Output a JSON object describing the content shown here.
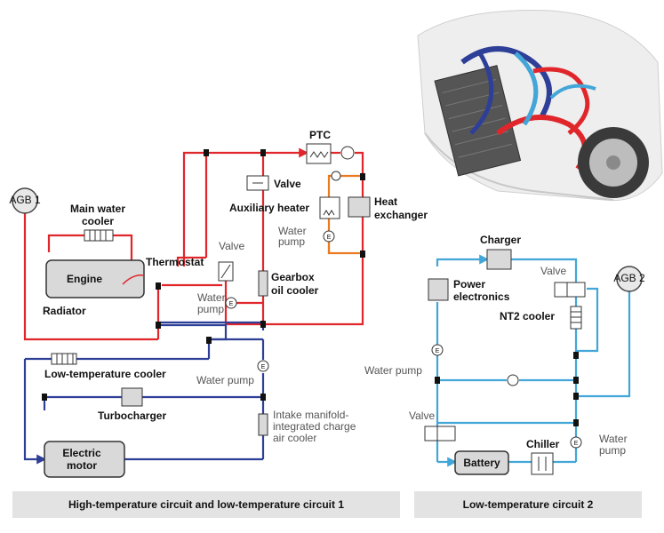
{
  "colors": {
    "high_temp": "#e0262b",
    "low_temp_1": "#2e3f97",
    "low_temp_2": "#42a6d8",
    "aux_circuit": "#e87a22",
    "component_fill": "#d9d9d9",
    "caption_bg": "#e3e3e3"
  },
  "labels": {
    "agb1": "AGB 1",
    "agb2": "AGB 2",
    "main_water_cooler": [
      "Main water",
      "cooler"
    ],
    "engine": "Engine",
    "radiator": "Radiator",
    "thermostat": "Thermostat",
    "valve_ht": "Valve",
    "water_pump_ht": [
      "Water",
      "pump"
    ],
    "ptc": "PTC",
    "valve_top": "Valve",
    "auxiliary_heater": "Auxiliary heater",
    "heat_exchanger": [
      "Heat",
      "exchanger"
    ],
    "water_pump_aux": [
      "Water",
      "pump"
    ],
    "gearbox_oil_cooler": [
      "Gearbox",
      "oil cooler"
    ],
    "low_temperature_cooler": "Low-temperature cooler",
    "water_pump_lt1": "Water pump",
    "turbocharger": "Turbocharger",
    "intake_cooler": [
      "Intake manifold-",
      "integrated charge",
      "air cooler"
    ],
    "electric_motor": [
      "Electric",
      "motor"
    ],
    "charger": "Charger",
    "power_electronics": [
      "Power",
      "electronics"
    ],
    "valve_nt2": "Valve",
    "nt2_cooler": "NT2 cooler",
    "water_pump_lt2_left": "Water pump",
    "valve_lt2_lower": "Valve",
    "chiller": "Chiller",
    "water_pump_lt2_right": [
      "Water",
      "pump"
    ],
    "battery": "Battery"
  },
  "captions": {
    "left": "High-temperature circuit and low-temperature circuit 1",
    "right": "Low-temperature circuit 2"
  }
}
